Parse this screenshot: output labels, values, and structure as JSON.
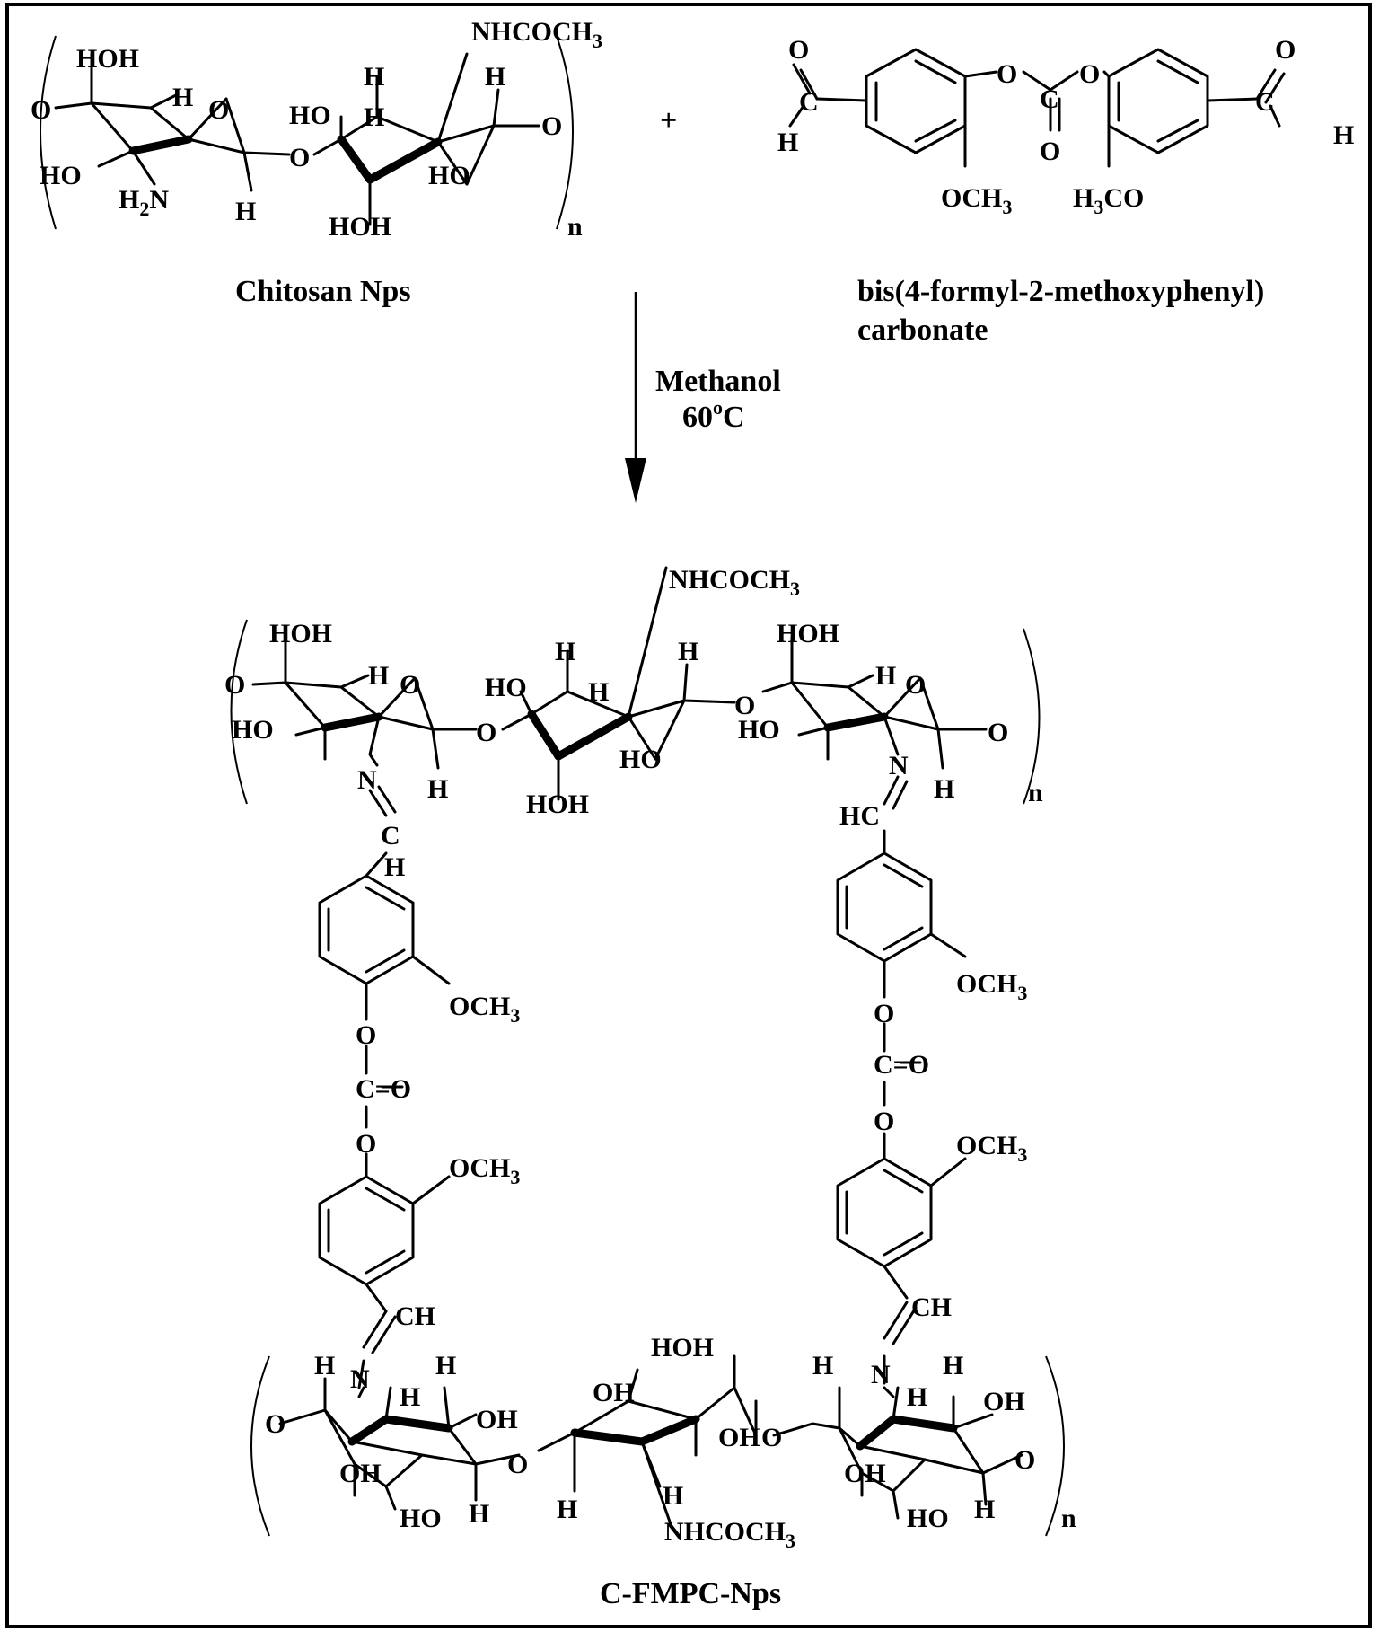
{
  "reactants": {
    "chitosan": {
      "name": "Chitosan Nps"
    },
    "linker": {
      "name_line1": "bis(4-formyl-2-methoxyphenyl)",
      "name_line2": "carbonate"
    },
    "plus": "+"
  },
  "conditions": {
    "solvent": "Methanol",
    "temperature": "60",
    "degree": "o",
    "unit": "C"
  },
  "product": {
    "name": "C-FMPC-Nps"
  },
  "labels": {
    "nhcoch": "NHCOCH",
    "och": "OCH",
    "h3co_h": "H",
    "h3co_co": "CO",
    "three": "3",
    "two": "2",
    "n": "n",
    "hoh_h": "H",
    "hoh_oh": "OH",
    "oh": "OH",
    "ho": "HO",
    "h": "H",
    "o": "O",
    "c": "C",
    "n_atom": "N",
    "hc": "HC",
    "ch": "CH",
    "c_eq_o": "C=O",
    "ho_h": "HO",
    "oh_sp": "O"
  }
}
